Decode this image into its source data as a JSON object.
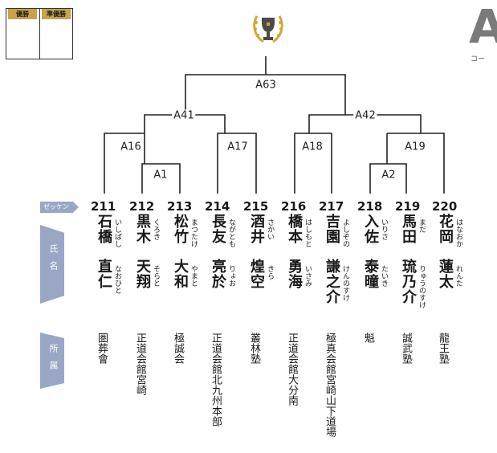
{
  "result_box": {
    "winner": "優勝",
    "runner_up": "準優勝"
  },
  "court": {
    "letter": "A",
    "sub": "コー"
  },
  "labels": {
    "zekken": "ゼッケン",
    "shimei": "氏名",
    "shozoku": "所属"
  },
  "matches": [
    "A63",
    "A41",
    "A42",
    "A16",
    "A17",
    "A18",
    "A19",
    "A1",
    "A2"
  ],
  "competitors": [
    {
      "bib": "211",
      "surname": "石橋",
      "given": "直仁",
      "surname_kana": "いしばし",
      "given_kana": "なおひと",
      "affiliation": "圏葬會"
    },
    {
      "bib": "212",
      "surname": "黒木",
      "given": "天翔",
      "surname_kana": "くろき",
      "given_kana": "そらと",
      "affiliation": "正道会館宮崎"
    },
    {
      "bib": "213",
      "surname": "松竹",
      "given": "大和",
      "surname_kana": "まつたけ",
      "given_kana": "やまと",
      "affiliation": "極誠会"
    },
    {
      "bib": "214",
      "surname": "長友",
      "given": "亮於",
      "surname_kana": "ながとも",
      "given_kana": "りょお",
      "affiliation": "正道会館北九州本部"
    },
    {
      "bib": "215",
      "surname": "酒井",
      "given": "煌空",
      "surname_kana": "さかい",
      "given_kana": "きら",
      "affiliation": "叢林塾"
    },
    {
      "bib": "216",
      "surname": "橋本",
      "given": "勇海",
      "surname_kana": "はしもと",
      "given_kana": "いさみ",
      "affiliation": "正道会館大分南"
    },
    {
      "bib": "217",
      "surname": "吉園",
      "given": "謙之介",
      "surname_kana": "よしぞの",
      "given_kana": "けんのすけ",
      "affiliation": "極真会館宮崎山下道場"
    },
    {
      "bib": "218",
      "surname": "入佐",
      "given": "泰曈",
      "surname_kana": "いりさ",
      "given_kana": "たいき",
      "affiliation": "魁"
    },
    {
      "bib": "219",
      "surname": "馬田",
      "given": "琉乃介",
      "surname_kana": "まだ",
      "given_kana": "りゅうのすけ",
      "affiliation": "誠武塾"
    },
    {
      "bib": "220",
      "surname": "花岡",
      "given": "蓮太",
      "surname_kana": "はなおか",
      "given_kana": "れんた",
      "affiliation": "龍王塾"
    }
  ]
}
